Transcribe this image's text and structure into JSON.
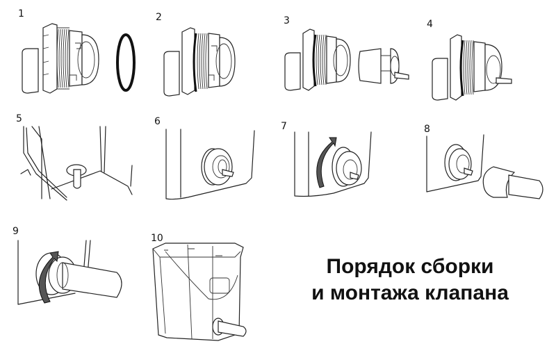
{
  "title": {
    "line1": "Порядок сборки",
    "line2": "и монтажа клапана"
  },
  "steps": [
    {
      "number": "1",
      "depicts": "valve body with threaded nut, separate o-ring seal"
    },
    {
      "number": "2",
      "depicts": "o-ring fitted onto threaded valve body"
    },
    {
      "number": "3",
      "depicts": "valve body with seal and separate valve insert"
    },
    {
      "number": "4",
      "depicts": "valve insert fitted into body"
    },
    {
      "number": "5",
      "depicts": "valve placed inside bucket through hole"
    },
    {
      "number": "6",
      "depicts": "valve protruding through bucket wall"
    },
    {
      "number": "7",
      "depicts": "nut tightened clockwise on outer side"
    },
    {
      "number": "8",
      "depicts": "teat with cap approaching valve"
    },
    {
      "number": "9",
      "depicts": "teat cap screwed on clockwise"
    },
    {
      "number": "10",
      "depicts": "assembled calf feeding bucket with teat and handle"
    }
  ]
}
